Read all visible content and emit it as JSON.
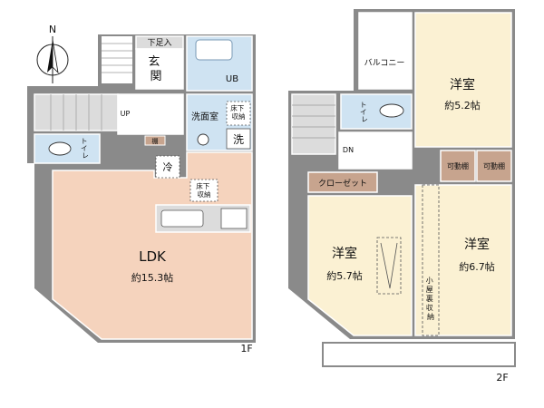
{
  "compass": {
    "north": "N"
  },
  "floor1": {
    "level_label": "1F",
    "rooms": {
      "genkan": "玄関",
      "geta": "下足入",
      "ub": "UB",
      "senmen": "洗面室",
      "yukashita_1": "床下\n収納",
      "sen": "洗",
      "toilet": "トイレ",
      "tana": "棚",
      "rei": "冷",
      "yukashita_2": "床下\n収納",
      "ldk": "LDK",
      "ldk_size": "約15.3帖",
      "up": "UP"
    }
  },
  "floor2": {
    "level_label": "2F",
    "rooms": {
      "balcony": "バルコニー",
      "yoshitsu_a": "洋室",
      "yoshitsu_a_size": "約5.2帖",
      "toilet": "トイレ",
      "dn": "DN",
      "closet": "クローゼット",
      "kadoudana_1": "可動棚",
      "kadoudana_2": "可動棚",
      "yoshitsu_b": "洋室",
      "yoshitsu_b_size": "約5.7帖",
      "yoshitsu_c": "洋室",
      "yoshitsu_c_size": "約6.7帖",
      "koyaura": "小屋裏収納"
    }
  },
  "colors": {
    "wall": "#6b6b6b",
    "ldk_fill": "#f5d3bd",
    "yoshitsu_fill": "#fbf1d3",
    "wet_fill": "#cfe3f2",
    "utility_fill": "#dcdcdc",
    "storage_fill": "#c7a48e",
    "outline": "#ffffff"
  }
}
